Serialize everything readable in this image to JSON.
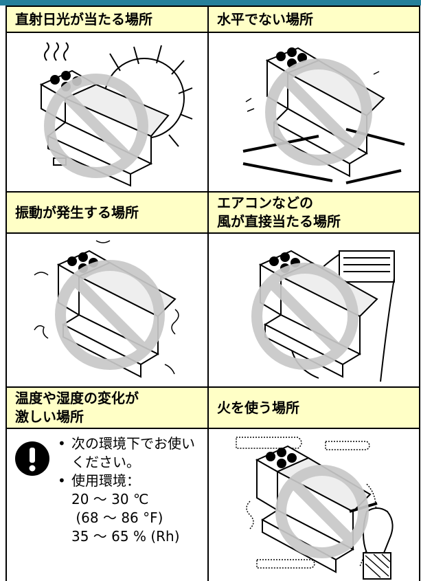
{
  "table": {
    "rows": [
      {
        "left": "直射日光が当たる場所",
        "right": "水平でない場所"
      },
      {
        "left": "振動が発生する場所",
        "right": "エアコンなどの\n風が直接当たる場所"
      },
      {
        "left": "温度や湿度の変化が\n激しい場所",
        "right": "火を使う場所"
      }
    ]
  },
  "note": {
    "bullet": "•",
    "items": [
      "次の環境下でお使いください。",
      "使用環境："
    ],
    "env_lines": [
      "20 ～ 30 ℃",
      " (68 ～ 86 °F)",
      "35 ～ 65 % (Rh)"
    ]
  },
  "colors": {
    "header_bg": "#ffffc6",
    "top_band": "#25809a",
    "prohibit_circle": "#c8c8c8"
  },
  "icons": {
    "caution": "exclamation-circle-icon",
    "prohibited": "prohibited-circle-icon"
  }
}
